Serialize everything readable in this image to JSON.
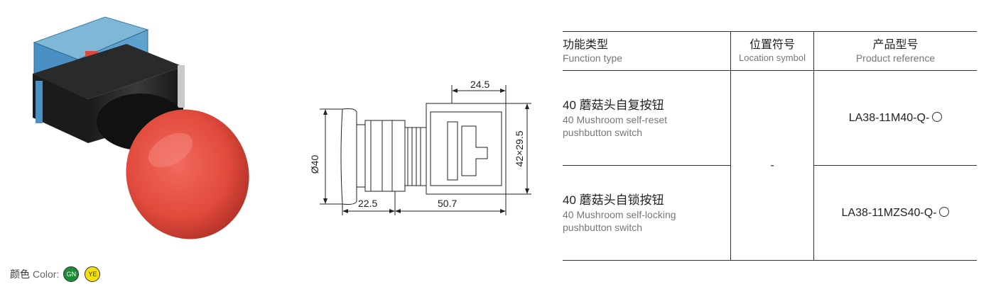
{
  "color_section": {
    "label_cn": "颜色",
    "label_en": "Color:",
    "swatches": [
      {
        "code": "GN",
        "color": "#1d8a3a"
      },
      {
        "code": "YE",
        "color": "#f3e010"
      }
    ]
  },
  "drawing": {
    "dim_top": "24.5",
    "dim_diameter": "Ø40",
    "dim_side": "42×29.5",
    "dim_head": "22.5",
    "dim_length": "50.7"
  },
  "table": {
    "headers": [
      {
        "cn": "功能类型",
        "en": "Function type"
      },
      {
        "cn": "位置符号",
        "en": "Location symbol"
      },
      {
        "cn": "产品型号",
        "en": "Product reference"
      }
    ],
    "location_symbol": "-",
    "rows": [
      {
        "func_cn": "40 蘑菇头自复按钮",
        "func_en_1": "40 Mushroom self-reset",
        "func_en_2": "pushbutton switch",
        "reference": "LA38-11M40-Q-"
      },
      {
        "func_cn": "40 蘑菇头自锁按钮",
        "func_en_1": "40 Mushroom self-locking",
        "func_en_2": "pushbutton switch",
        "reference": "LA38-11MZS40-Q-"
      }
    ]
  }
}
